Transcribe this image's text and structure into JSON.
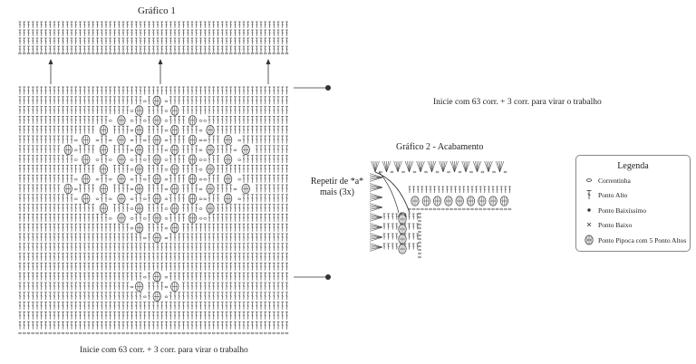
{
  "chart1": {
    "title": "Gráfico 1",
    "start_instruction": "Inicie com 63 corr. + 3 corr. para virar o trabalho"
  },
  "chart2": {
    "title": "Gráfico 2 - Acabamento",
    "start_instruction": "Inicie com 63 corr. + 3 corr. para virar o trabalho",
    "repeat_note_line1": "Repetir de *a*",
    "repeat_note_line2": "mais (3x)"
  },
  "legend": {
    "title": "Legenda",
    "items": [
      {
        "symbol": "chain-oval-icon",
        "label": "Correntinha"
      },
      {
        "symbol": "double-crochet-icon",
        "label": "Ponto Alto"
      },
      {
        "symbol": "slip-stitch-dot-icon",
        "label": "Ponto Baixíssimo"
      },
      {
        "symbol": "single-crochet-x-icon",
        "label": "Ponto Baixo"
      },
      {
        "symbol": "popcorn-stitch-icon",
        "label": "Ponto Pipoca com 5 Ponto Altos"
      }
    ]
  },
  "colors": {
    "ink": "#333333",
    "background": "#ffffff",
    "border": "#888888"
  }
}
